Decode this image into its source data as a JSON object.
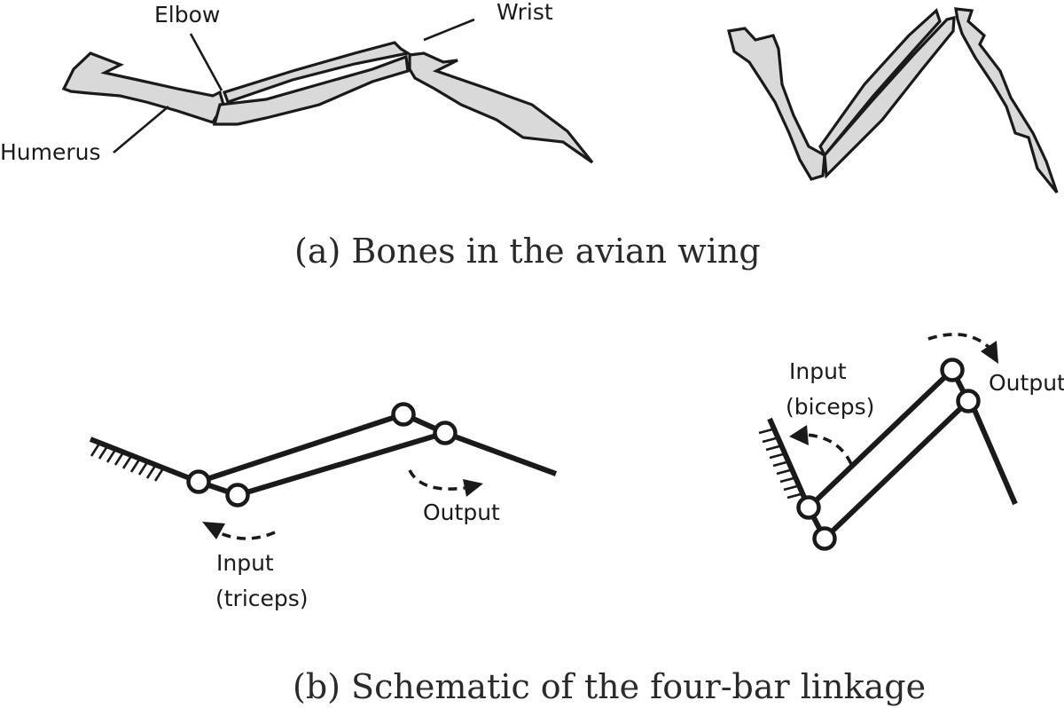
{
  "panel_a": {
    "labels": {
      "elbow": "Elbow",
      "wrist": "Wrist",
      "humerus": "Humerus"
    },
    "caption": "(a) Bones in the avian wing"
  },
  "panel_b": {
    "left": {
      "input_line1": "Input",
      "input_line2": "(triceps)",
      "output": "Output"
    },
    "right": {
      "input_line1": "Input",
      "input_line2": "(biceps)",
      "output": "Output"
    },
    "caption": "(b) Schematic of the four-bar linkage"
  },
  "colors": {
    "bone_fill": "#d9d9d9",
    "stroke": "#1a1a1a"
  }
}
